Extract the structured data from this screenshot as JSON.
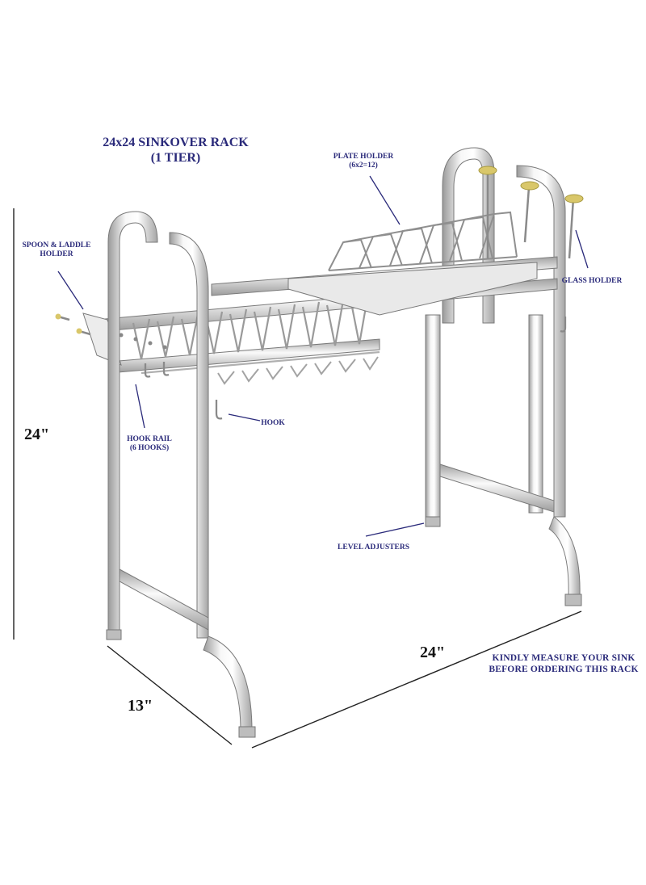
{
  "title": {
    "line1": "24x24 SINKOVER RACK",
    "line2": "(1 TIER)"
  },
  "labels": {
    "plate_holder_line1": "PLATE HOLDER",
    "plate_holder_line2": "(6x2=12)",
    "spoon_line1": "SPOON & LADDLE",
    "spoon_line2": "HOLDER",
    "glass_holder": "GLASS HOLDER",
    "hook": "HOOK",
    "hook_rail_line1": "HOOK RAIL",
    "hook_rail_line2": "(6 HOOKS)",
    "level_adjusters": "LEVEL ADJUSTERS"
  },
  "dimensions": {
    "height": "24\"",
    "width": "24\"",
    "depth": "13\""
  },
  "note": {
    "line1": "KINDLY MEASURE YOUR SINK",
    "line2": "BEFORE ORDERING THIS RACK"
  },
  "colors": {
    "label_text": "#2a2a7a",
    "steel_light": "#f4f4f4",
    "steel_mid": "#c9c9c9",
    "steel_dark": "#8d8d8d",
    "cap_yellow": "#d9c76a"
  }
}
